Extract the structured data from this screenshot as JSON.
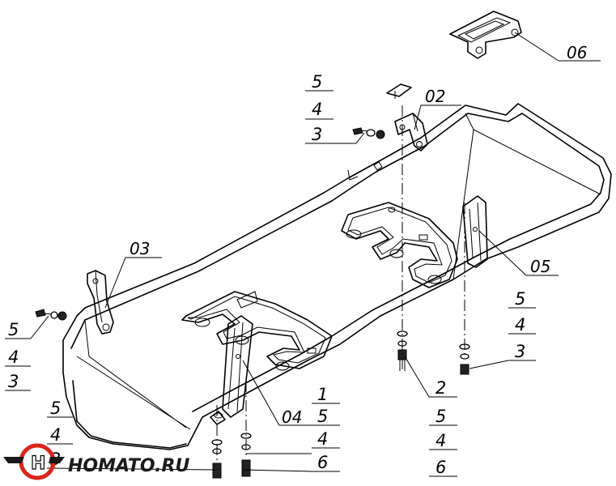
{
  "callouts": {
    "part_02": "02",
    "part_03": "03",
    "part_04": "04",
    "part_05": "05",
    "part_06": "06",
    "stack_top": [
      "5",
      "4",
      "3"
    ],
    "stack_left": [
      "5",
      "4",
      "3"
    ],
    "stack_bottom_left": [
      "5",
      "4",
      "3"
    ],
    "stack_center": [
      "1",
      "5",
      "4",
      "6"
    ],
    "stack_mid": [
      "2",
      "5",
      "4",
      "6"
    ],
    "stack_right": [
      "5",
      "4",
      "3"
    ]
  },
  "logo": {
    "text": "HOMATO.RU",
    "colors": {
      "ring": "#d9261c",
      "ink": "#1a1a1a"
    }
  }
}
